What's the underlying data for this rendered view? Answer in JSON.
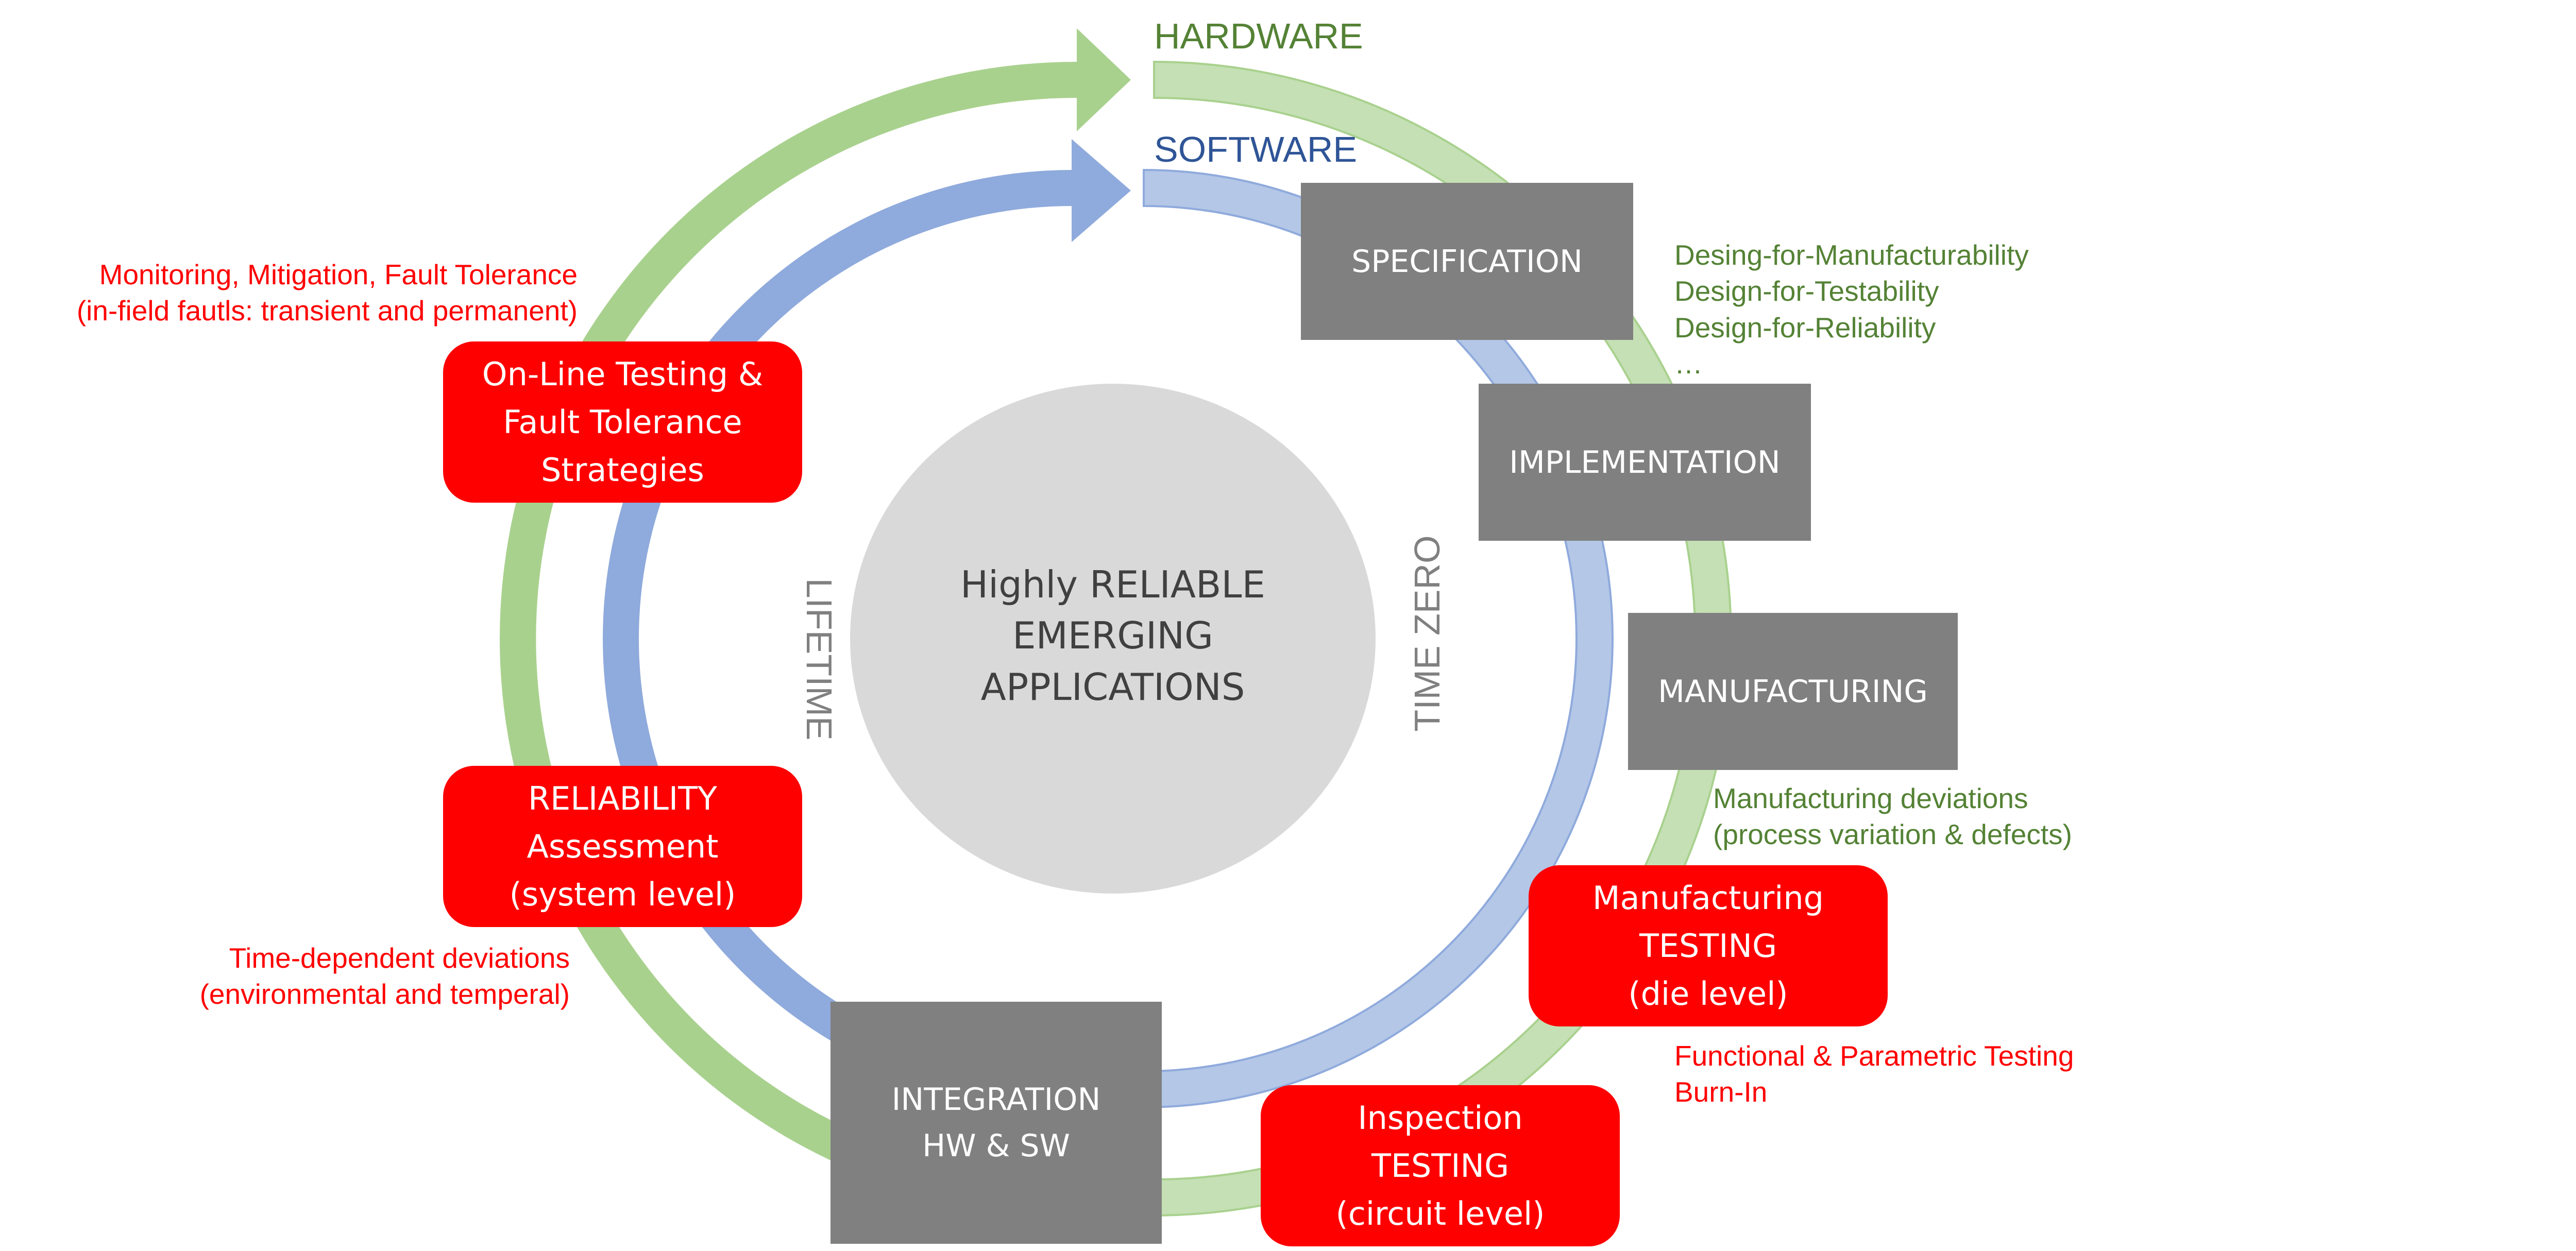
{
  "colors": {
    "hardware": "#A9D18E",
    "hardware_light": "#C5E0B4",
    "software": "#8FAADC",
    "software_light": "#B4C7E7",
    "process_box": "#808080",
    "test_box": "#FF0000",
    "center_circle": "#D9D9D9",
    "green_text": "#548235",
    "blue_text": "#2F5597",
    "red_text": "#FF0000",
    "gray_text": "#808080"
  },
  "rings": {
    "hardware": "HARDWARE",
    "software": "SOFTWARE"
  },
  "center": {
    "lines": [
      "Highly RELIABLE",
      "EMERGING",
      "APPLICATIONS"
    ]
  },
  "phases": {
    "time_zero": "TIME ZERO",
    "lifetime": "LIFETIME"
  },
  "process_boxes": {
    "specification": "SPECIFICATION",
    "implementation": "IMPLEMENTATION",
    "manufacturing": "MANUFACTURING",
    "integration": [
      "INTEGRATION",
      "HW & SW"
    ]
  },
  "test_boxes": {
    "online": [
      "On-Line Testing &",
      "Fault Tolerance",
      "Strategies"
    ],
    "reliability": [
      "RELIABILITY",
      "Assessment",
      "(system level)"
    ],
    "manufacturing": [
      "Manufacturing",
      "TESTING",
      "(die level)"
    ],
    "inspection": [
      "Inspection",
      "TESTING",
      "(circuit level)"
    ]
  },
  "annotations": {
    "design_for": [
      "Desing-for-Manufacturability",
      "Design-for-Testability",
      "Design-for-Reliability",
      "…"
    ],
    "manufacturing_deviations": [
      "Manufacturing deviations",
      "(process variation & defects)"
    ],
    "functional_testing": [
      "Functional & Parametric Testing",
      "Burn-In"
    ],
    "monitoring": [
      "Monitoring, Mitigation, Fault Tolerance",
      "(in-field fautls: transient and permanent)"
    ],
    "time_dependent": [
      "Time-dependent deviations",
      "(environmental and temperal)"
    ]
  }
}
